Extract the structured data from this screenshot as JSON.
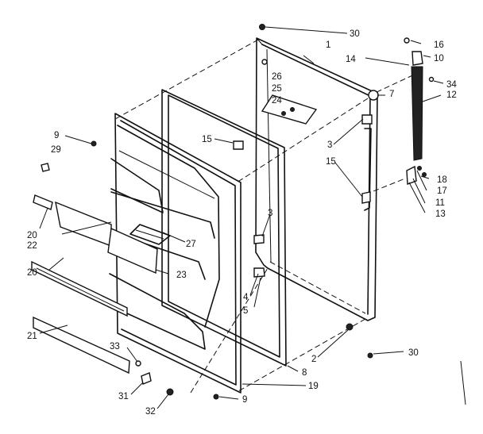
{
  "callouts": {
    "c30a": "30",
    "c1": "1",
    "c16": "16",
    "c14": "14",
    "c10": "10",
    "c26": "26",
    "c25": "25",
    "c24": "24",
    "c7": "7",
    "c34": "34",
    "c12": "12",
    "c9a": "9",
    "c29": "29",
    "c15a": "15",
    "c3a": "3",
    "c15b": "15",
    "c18": "18",
    "c17": "17",
    "c11": "11",
    "c13": "13",
    "c20a": "20",
    "c22": "22",
    "c3b": "3",
    "c27": "27",
    "c23": "23",
    "c20b": "20",
    "c4": "4",
    "c5": "5",
    "c21": "21",
    "c33": "33",
    "c2": "2",
    "c30b": "30",
    "c8": "8",
    "c19": "19",
    "c31": "31",
    "c32": "32",
    "c9b": "9"
  }
}
